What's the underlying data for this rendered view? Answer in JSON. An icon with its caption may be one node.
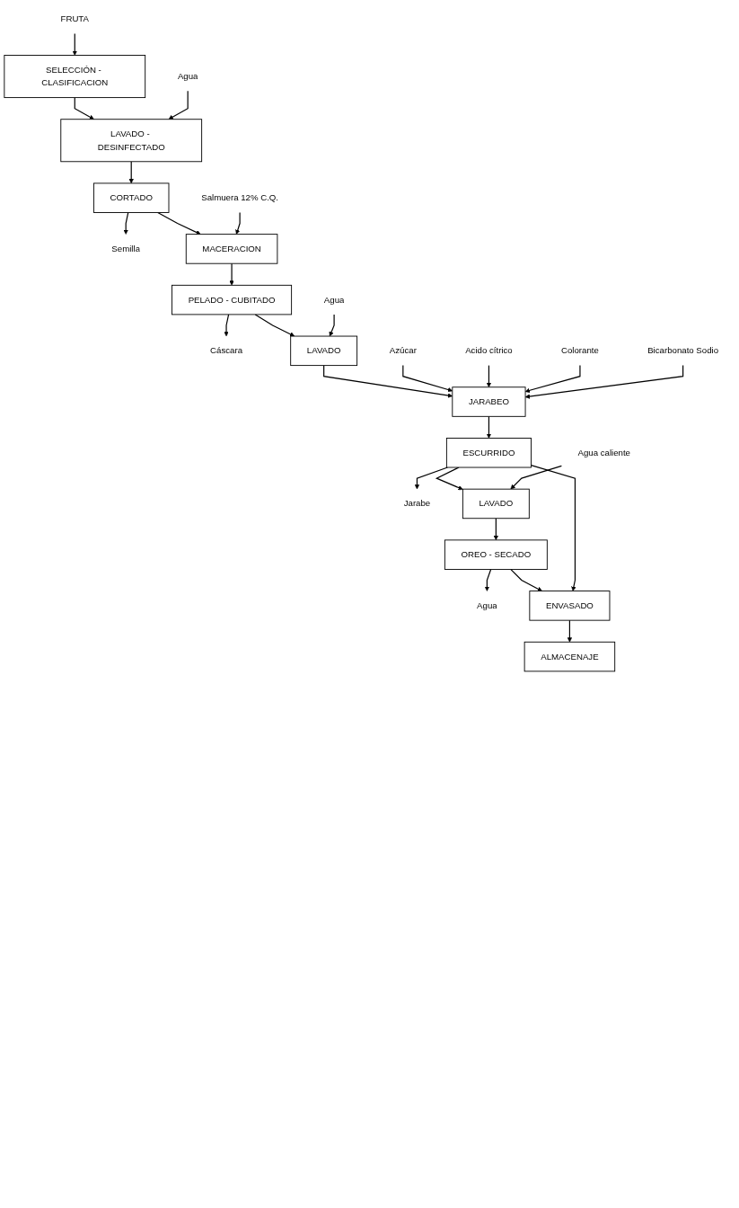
{
  "diagram": {
    "nodes": [
      {
        "text": [
          "FRUTA"
        ]
      },
      {
        "text": [
          "SELECCIÓN - CLASIFICACION"
        ]
      },
      {
        "text": [
          "Agua"
        ]
      },
      {
        "text": [
          "LAVADO - DESINFECTADO"
        ]
      },
      {
        "text": [
          "CORTADO"
        ]
      },
      {
        "text": [
          "Semilla"
        ]
      },
      {
        "text": [
          "Salmuera 12% C.Q."
        ]
      },
      {
        "text": [
          "MACERACION"
        ]
      },
      {
        "text": [
          "PELADO - CUBITADO"
        ]
      },
      {
        "text": [
          "Cáscara"
        ]
      },
      {
        "text": [
          "Agua"
        ]
      },
      {
        "text": [
          "LAVADO"
        ]
      },
      {
        "text": [
          "Azúcar"
        ]
      },
      {
        "text": [
          "Acido cítrico"
        ]
      },
      {
        "text": [
          "Colorante"
        ]
      },
      {
        "text": [
          "Bicarbonato Sodio"
        ]
      },
      {
        "text": [
          "JARABEO"
        ]
      },
      {
        "text": [
          "ESCURRIDO"
        ]
      },
      {
        "text": [
          "Jarabe"
        ]
      },
      {
        "text": [
          "Agua caliente"
        ]
      },
      {
        "text": [
          "LAVADO"
        ]
      },
      {
        "text": [
          "OREO - SECADO"
        ]
      },
      {
        "text": [
          "Agua"
        ]
      },
      {
        "text": [
          "ENVASADO"
        ]
      },
      {
        "text": [
          "ALMACENAJE"
        ]
      }
    ],
    "edges": [
      {
        "from": 0,
        "to": 1,
        "arrow": "to"
      },
      {
        "from": 1,
        "to": 3,
        "arrow": "to"
      },
      {
        "from": 2,
        "to": 3,
        "arrow": "to"
      },
      {
        "from": 3,
        "to": 4,
        "arrow": "to"
      },
      {
        "from": 4,
        "to": 5,
        "arrow": "to"
      },
      {
        "from": 4,
        "to": 7,
        "arrow": "to"
      },
      {
        "from": 6,
        "to": 7,
        "arrow": "to"
      },
      {
        "from": 7,
        "to": 8,
        "arrow": "to"
      },
      {
        "from": 8,
        "to": 9,
        "arrow": "to"
      },
      {
        "from": 8,
        "to": 11,
        "arrow": "to"
      },
      {
        "from": 10,
        "to": 11,
        "arrow": "to"
      },
      {
        "from": 11,
        "to": 16,
        "arrow": "to"
      },
      {
        "from": 12,
        "to": 16,
        "arrow": "to"
      },
      {
        "from": 13,
        "to": 16,
        "arrow": "to"
      },
      {
        "from": 14,
        "to": 16,
        "arrow": "to"
      },
      {
        "from": 15,
        "to": 16,
        "arrow": "to"
      },
      {
        "from": 16,
        "to": 17,
        "arrow": "to"
      },
      {
        "from": 17,
        "to": 18,
        "arrow": "to"
      },
      {
        "from": 17,
        "to": 20,
        "arrow": "to"
      },
      {
        "from": 19,
        "to": 20,
        "arrow": "to"
      },
      {
        "from": 20,
        "to": 21,
        "arrow": "to"
      },
      {
        "from": 21,
        "to": 22,
        "arrow": "to"
      },
      {
        "from": 21,
        "to": 23,
        "arrow": "to"
      },
      {
        "from": 17,
        "to": 23,
        "arrow": "to"
      },
      {
        "from": 23,
        "to": 24,
        "arrow": "to"
      }
    ]
  }
}
